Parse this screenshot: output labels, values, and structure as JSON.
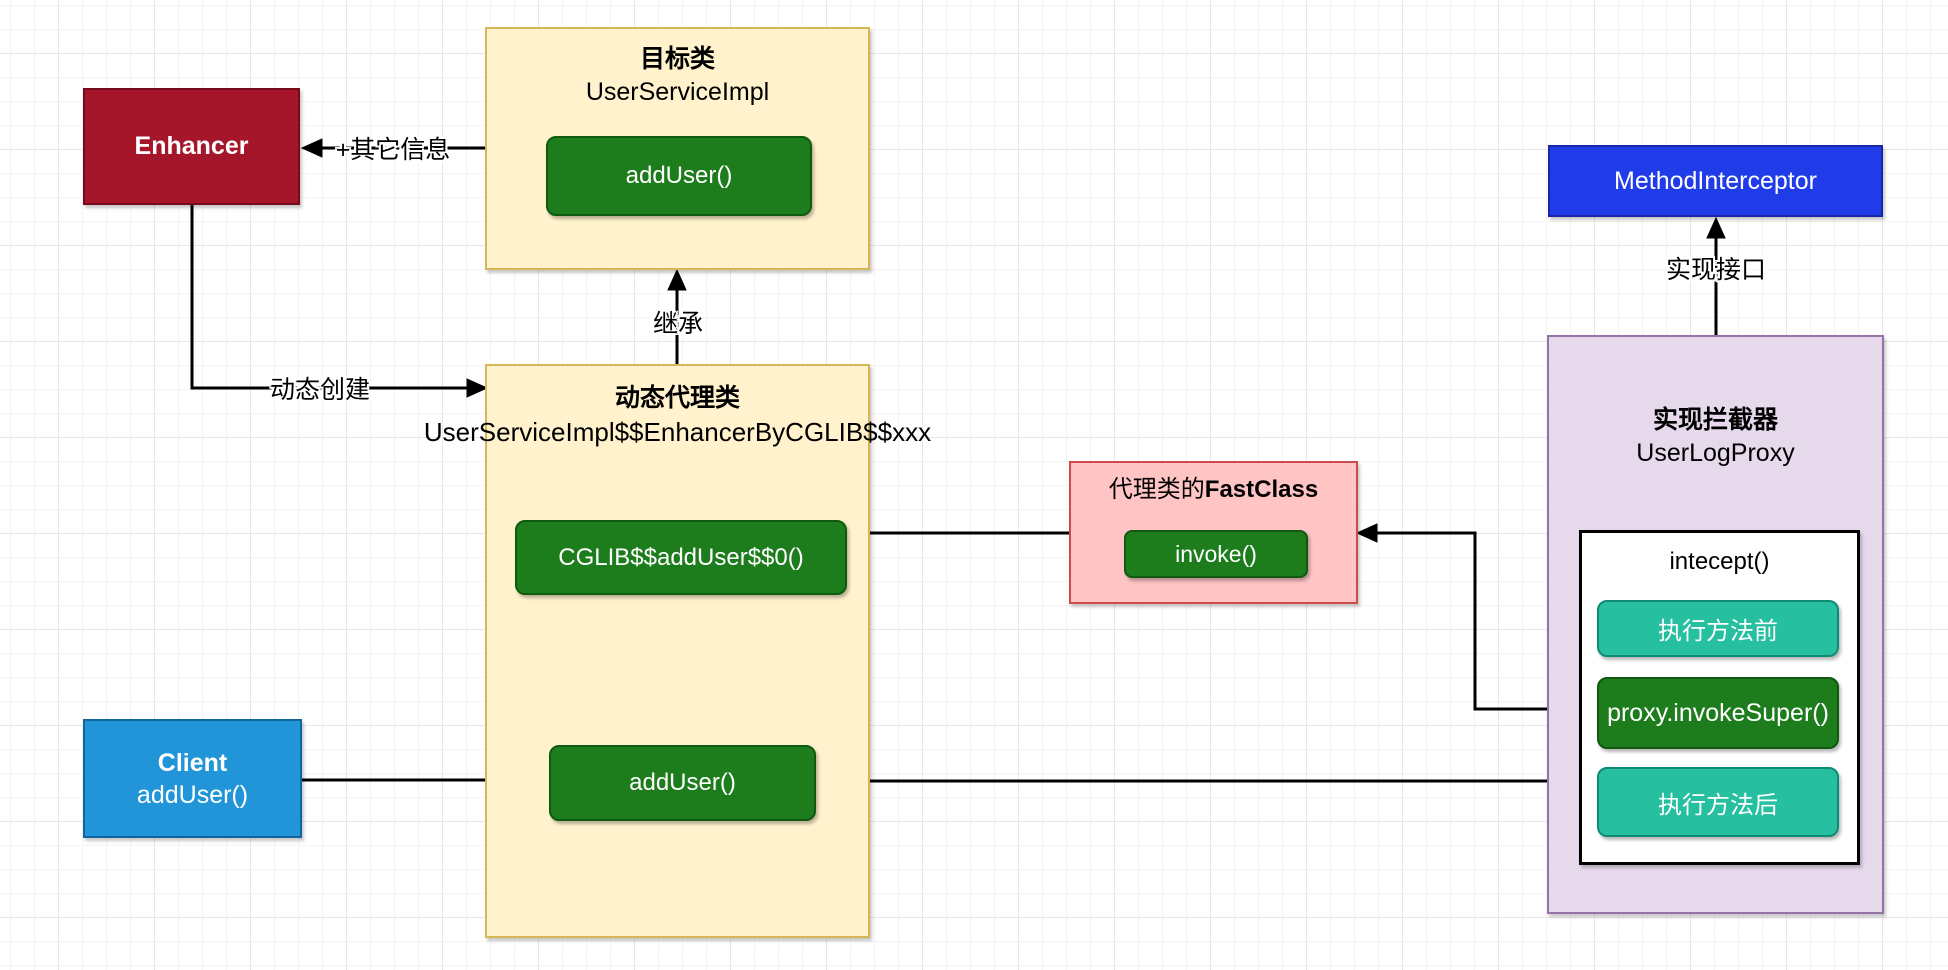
{
  "nodes": {
    "enhancer": {
      "label": "Enhancer"
    },
    "target_class": {
      "title": "目标类",
      "subtitle": "UserServiceImpl",
      "method": "addUser()"
    },
    "proxy_class": {
      "title": "动态代理类",
      "subtitle": "UserServiceImpl$$EnhancerByCGLIB$$xxx",
      "cglib_method": "CGLIB$$addUser$$0()",
      "adduser_method": "addUser()"
    },
    "fastclass": {
      "title_prefix": "代理类的",
      "title_bold": "FastClass",
      "method": "invoke()"
    },
    "method_interceptor": {
      "label": "MethodInterceptor"
    },
    "interceptor": {
      "title": "实现拦截器",
      "subtitle": "UserLogProxy",
      "intercept": {
        "title": "intecept()",
        "steps": [
          "执行方法前",
          "proxy.invokeSuper()",
          "执行方法后"
        ]
      }
    },
    "client": {
      "title": "Client",
      "subtitle": "addUser()"
    }
  },
  "edges": {
    "other_info": "+其它信息",
    "dynamic_create": "动态创建",
    "inherit": "继承",
    "implement_interface": "实现接口"
  },
  "colors": {
    "yellow_fill": "#FFF2CC",
    "yellow_border": "#D6B656",
    "green_fill": "#1D7D1D",
    "green_border": "#0F5A0F",
    "teal_fill": "#26BFA0",
    "teal_border": "#0F8A74",
    "red_fill": "#A5162B",
    "red_border": "#750A1C",
    "pink_fill": "#FFC4C4",
    "pink_border": "#CE4B4B",
    "interceptor_blue_fill": "#1F3CE8",
    "interceptor_blue_border": "#1726A8",
    "client_blue_fill": "#2295D8",
    "client_blue_border": "#10669C",
    "purple_fill": "#E6D9EC",
    "purple_border": "#9673A6",
    "line_color": "#000000"
  }
}
